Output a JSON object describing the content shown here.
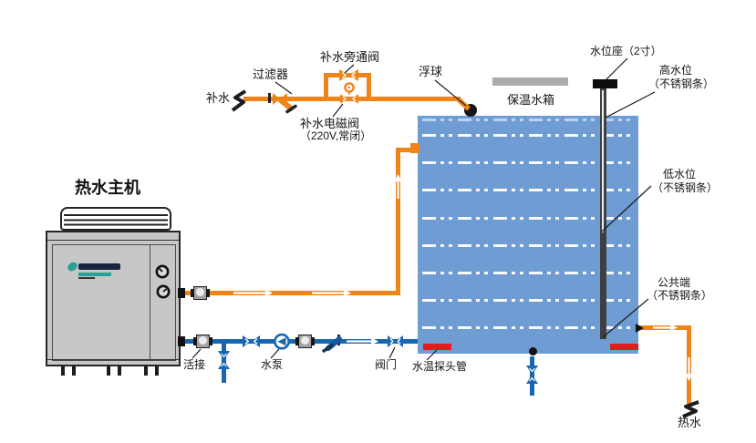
{
  "diagram": {
    "type": "hot-water-heat-pump-piping-schematic",
    "host": {
      "title": "热水主机"
    },
    "tank": {
      "label": "保温水箱"
    },
    "makeup_line": {
      "inlet": "补水",
      "filter": "过滤器",
      "bypass_valve": "补水旁通阀",
      "solenoid_valve": "补水电磁阀",
      "solenoid_spec": "（220V,常闭）",
      "float_ball": "浮球"
    },
    "level_sensor": {
      "seat": "水位座（2寸）",
      "high_level": "高水位",
      "high_level_sub": "（不锈钢条）",
      "low_level": "低水位",
      "low_level_sub": "（不锈钢条）",
      "common": "公共端",
      "common_sub": "（不锈钢条）"
    },
    "bottom_line": {
      "union": "活接",
      "pump": "水泵",
      "valve": "阀门",
      "temp_probe": "水温探头管"
    },
    "outlet": {
      "hot_water": "热水"
    },
    "colors": {
      "pipe_hot": "#F08419",
      "pipe_cold": "#1766B1",
      "tank_fill": "#6F9CD2",
      "probe_red": "#E51B20",
      "insulation_gray": "#ABABAB",
      "unit_gray": "#C7C7C7",
      "logo_teal": "#2AA198"
    },
    "icons": [
      "filter-strainer-icon",
      "bypass-valve-icon",
      "solenoid-valve-icon",
      "float-ball-icon",
      "union-icon",
      "pump-icon",
      "check-valve-icon",
      "gate-valve-icon",
      "drain-valve-icon",
      "level-sensor-icon",
      "flow-arrow-icon",
      "pipe-break-icon",
      "gauge-icon",
      "fan-grille-icon"
    ]
  }
}
